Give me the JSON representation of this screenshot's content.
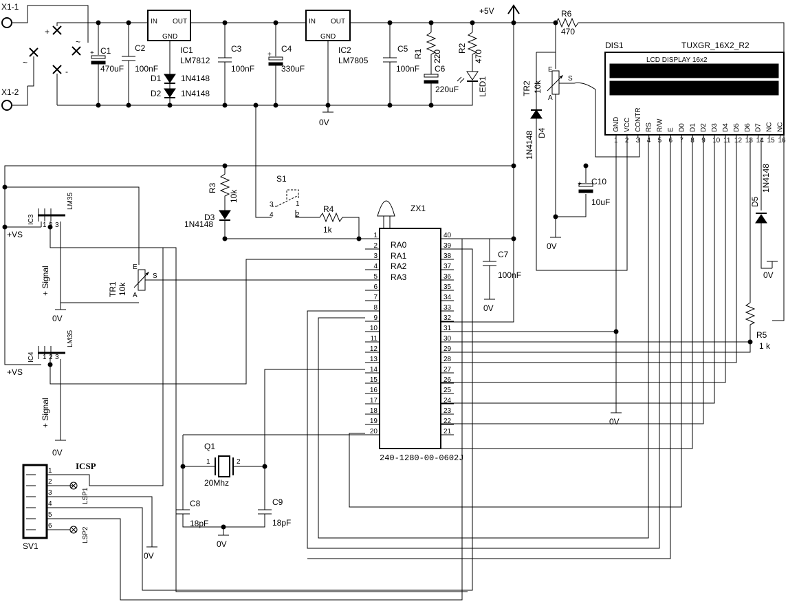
{
  "connectors": {
    "x1_1": "X1-1",
    "x1_2": "X1-2",
    "plus": "+",
    "tilde": "~",
    "minus": "-"
  },
  "caps": {
    "c1": {
      "name": "C1",
      "value": "470uF"
    },
    "c2": {
      "name": "C2",
      "value": "100nF"
    },
    "c3": {
      "name": "C3",
      "value": "100nF"
    },
    "c4": {
      "name": "C4",
      "value": "330uF"
    },
    "c5": {
      "name": "C5",
      "value": "100nF"
    },
    "c6": {
      "name": "C6",
      "value": "220uF"
    },
    "c7": {
      "name": "C7",
      "value": "100nF"
    },
    "c8": {
      "name": "C8",
      "value": "18pF"
    },
    "c9": {
      "name": "C9",
      "value": "18pF"
    },
    "c10": {
      "name": "C10",
      "value": "10uF"
    }
  },
  "regulators": {
    "ic1": {
      "name": "IC1",
      "part": "LM7812",
      "in": "IN",
      "out": "OUT",
      "gnd": "GND"
    },
    "ic2": {
      "name": "IC2",
      "part": "LM7805",
      "in": "IN",
      "out": "OUT",
      "gnd": "GND"
    }
  },
  "diodes": {
    "d1": {
      "name": "D1",
      "part": "1N4148"
    },
    "d2": {
      "name": "D2",
      "part": "1N4148"
    },
    "d3": {
      "name": "D3",
      "part": "1N4148"
    },
    "d4": {
      "name": "D4",
      "part": "1N4148"
    },
    "d5": {
      "name": "D5",
      "part": "1N4148"
    }
  },
  "resistors": {
    "r1": {
      "name": "R1",
      "value": "220"
    },
    "r2": {
      "name": "R2",
      "value": "470"
    },
    "r3": {
      "name": "R3",
      "value": "10k"
    },
    "r4": {
      "name": "R4",
      "value": "1k"
    },
    "r5": {
      "name": "R5",
      "value": "1 k"
    },
    "r6": {
      "name": "R6",
      "value": "470"
    }
  },
  "led": {
    "name": "LED1"
  },
  "supply": {
    "plus5v": "+5V",
    "gnd": "0V",
    "vs": "+VS",
    "signal": "+ Signal"
  },
  "trimmers": {
    "tr1": {
      "name": "TR1",
      "value": "10k"
    },
    "tr2": {
      "name": "TR2",
      "value": "10k"
    },
    "e": "E",
    "a": "A",
    "s": "S"
  },
  "sensors": {
    "ic3": {
      "name": "IC3",
      "part": "LM35"
    },
    "ic4": {
      "name": "IC4",
      "part": "LM35"
    },
    "pins": [
      "1",
      "2",
      "3"
    ]
  },
  "switch": {
    "name": "S1",
    "pins": [
      "3",
      "4",
      "1",
      "2"
    ]
  },
  "mcu": {
    "name": "ZX1",
    "part": "240-1280-00-0602J",
    "left_pins": [
      "1",
      "2",
      "3",
      "4",
      "5",
      "6",
      "7",
      "8",
      "9",
      "10",
      "11",
      "12",
      "13",
      "14",
      "15",
      "16",
      "17",
      "18",
      "19",
      "20"
    ],
    "right_pins": [
      "40",
      "39",
      "38",
      "37",
      "36",
      "35",
      "34",
      "33",
      "32",
      "31",
      "30",
      "29",
      "28",
      "27",
      "26",
      "25",
      "24",
      "23",
      "22",
      "21"
    ],
    "port_labels": [
      "RA0",
      "RA1",
      "RA2",
      "RA3"
    ]
  },
  "crystal": {
    "name": "Q1",
    "value": "20Mhz",
    "pin1": "1",
    "pin2": "2"
  },
  "icsp": {
    "title": "ICSP",
    "name": "SV1",
    "pins": [
      "1",
      "2",
      "3",
      "4",
      "5",
      "6"
    ],
    "lsp1": "LSP1",
    "lsp2": "LSP2"
  },
  "lcd": {
    "name": "DIS1",
    "part": "TUXGR_16X2_R2",
    "title": "LCD DISPLAY 16x2",
    "pin_names": [
      "GND",
      "VCC",
      "CONTR",
      "RS",
      "R/W",
      "E",
      "D0",
      "D1",
      "D2",
      "D3",
      "D4",
      "D5",
      "D6",
      "D7",
      "NC",
      "NC"
    ],
    "pin_numbers": [
      "1",
      "2",
      "3",
      "4",
      "5",
      "6",
      "7",
      "8",
      "9",
      "10",
      "11",
      "12",
      "13",
      "14",
      "15",
      "16"
    ]
  }
}
